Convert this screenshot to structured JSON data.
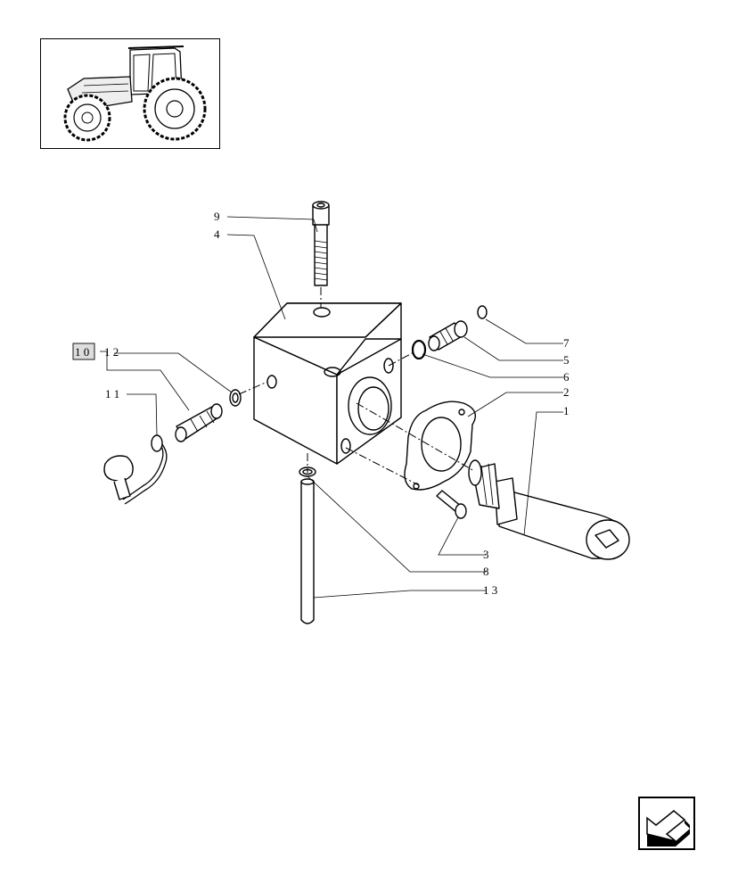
{
  "callouts": {
    "c1": "1",
    "c2": "2",
    "c3": "3",
    "c4": "4",
    "c5": "5",
    "c6": "6",
    "c7": "7",
    "c8": "8",
    "c9": "9",
    "c10": "1 0",
    "c11": "1 1",
    "c12": "1 2",
    "c13": "1 3"
  },
  "thumbnail_icon": "tractor-icon",
  "nav_icon": "back-arrow-icon"
}
